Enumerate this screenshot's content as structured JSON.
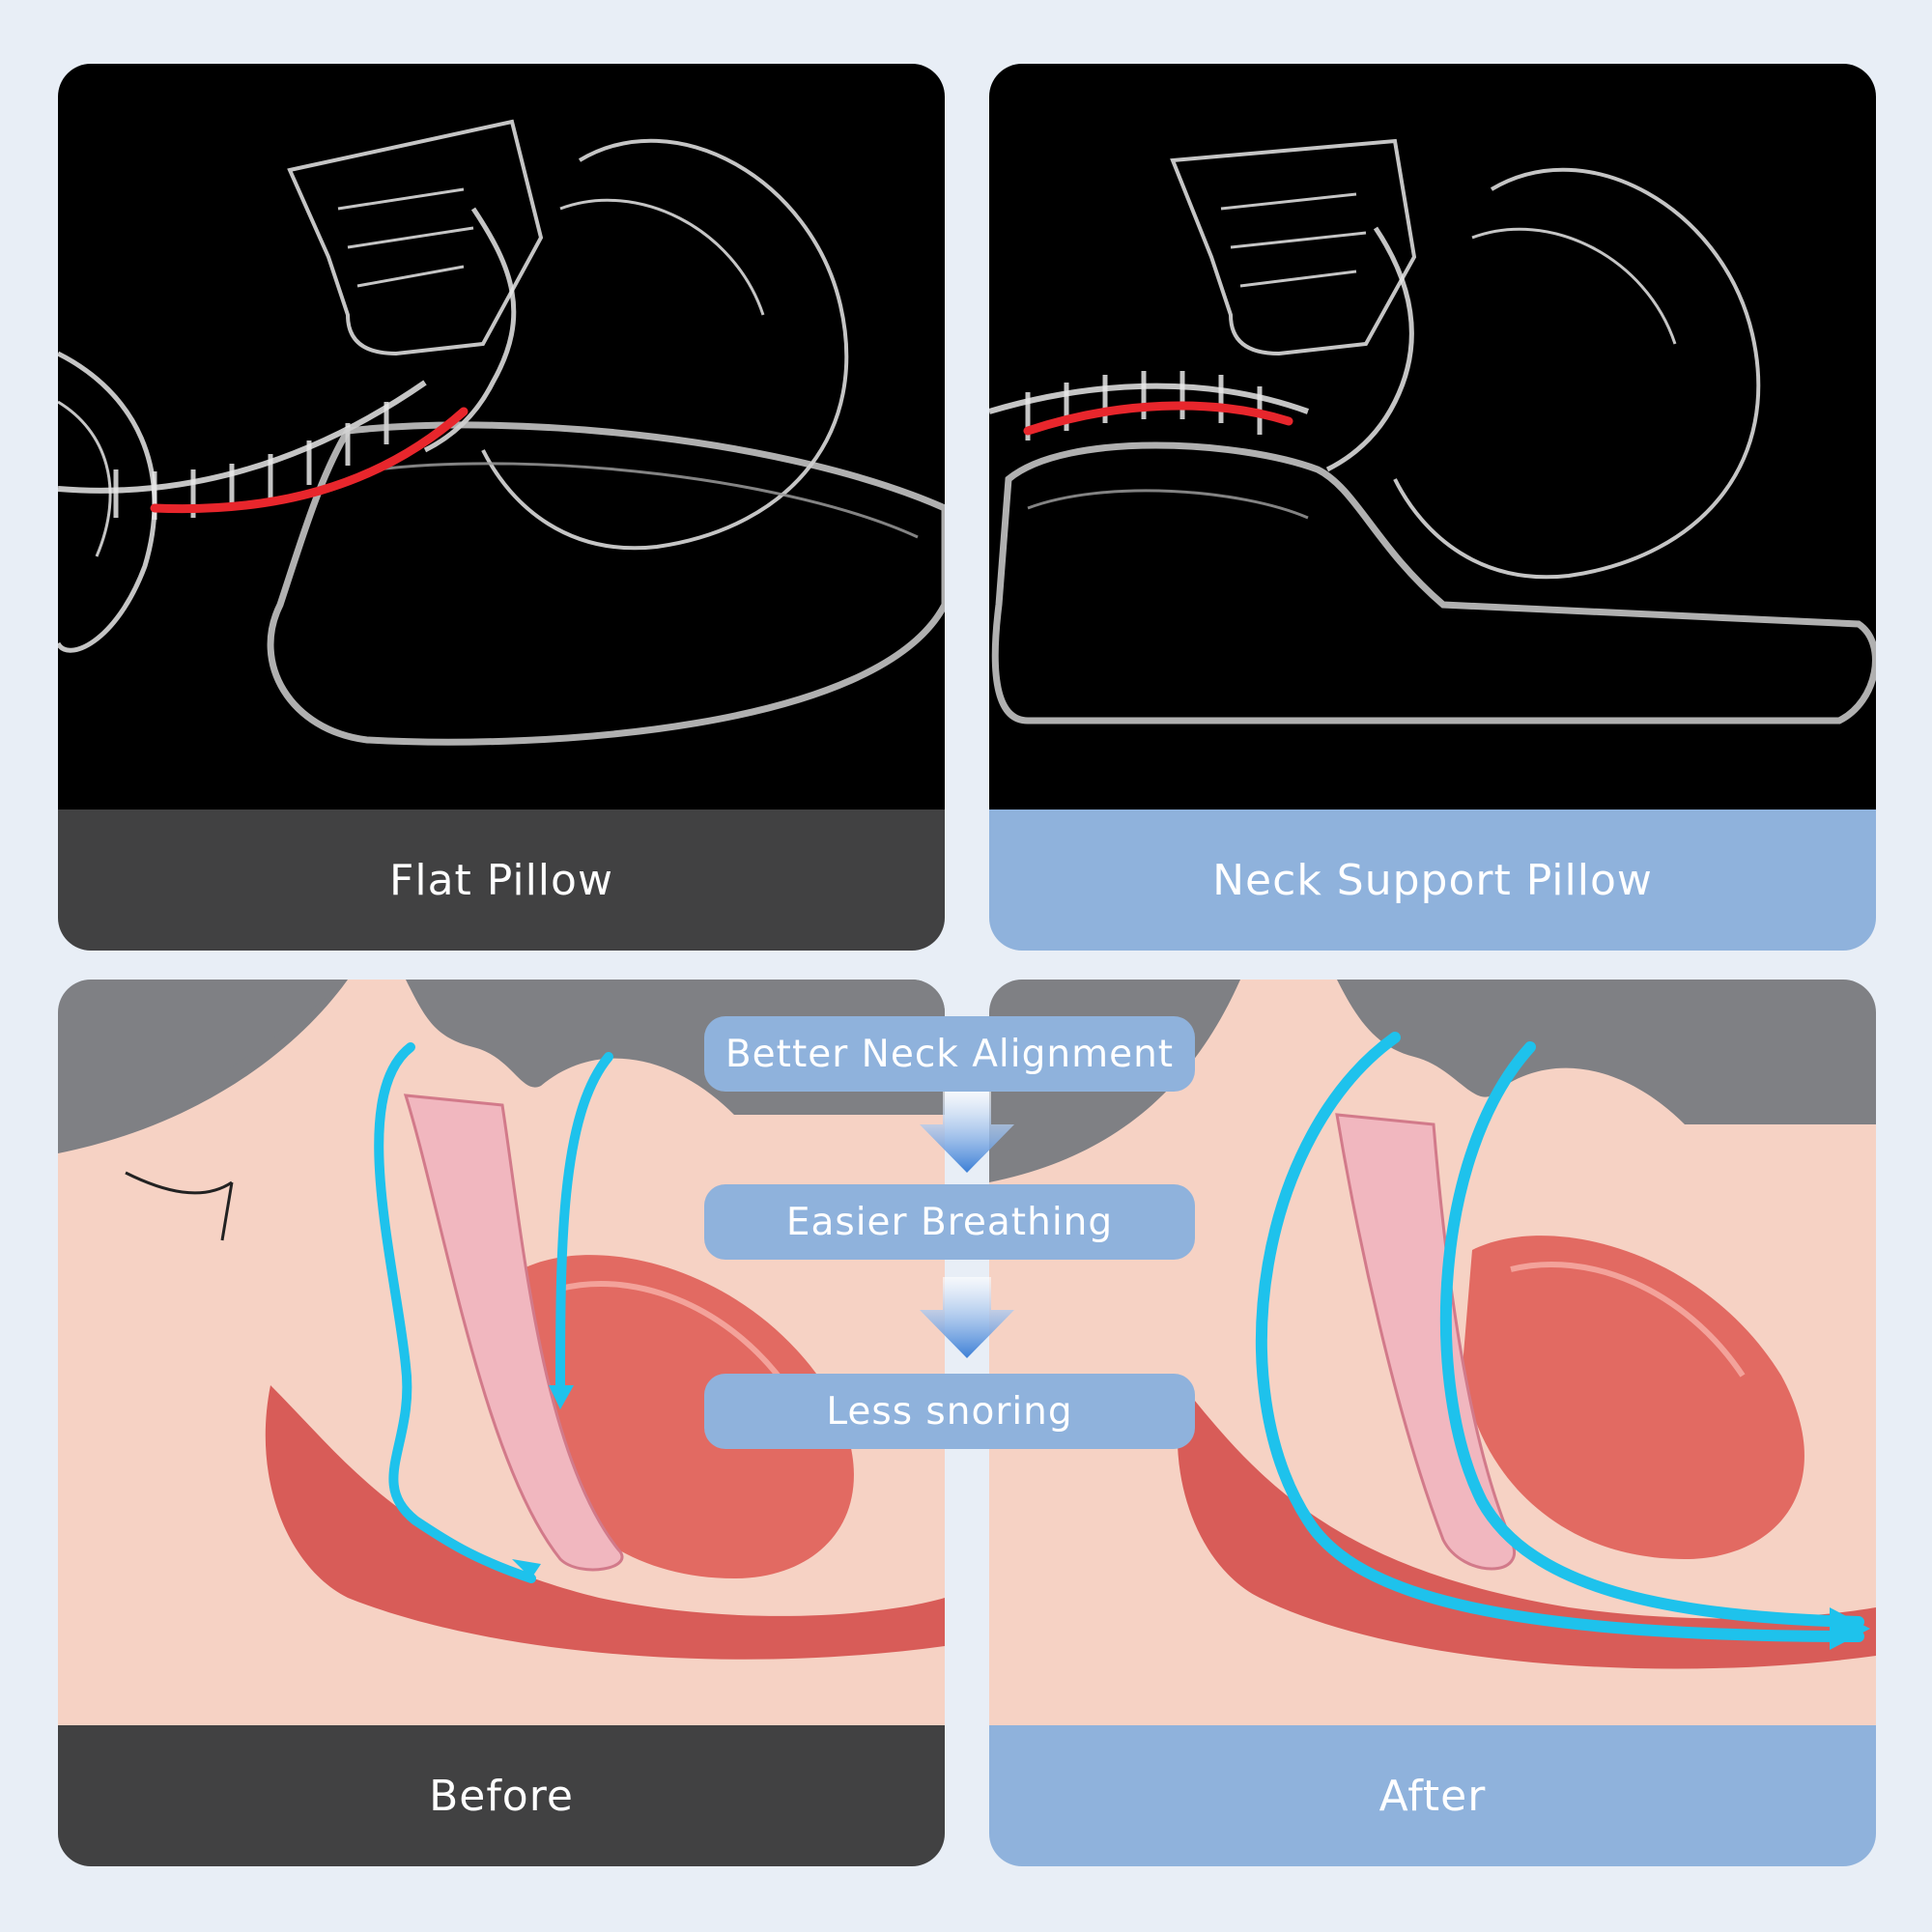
{
  "panels": {
    "flat": {
      "caption": "Flat Pillow"
    },
    "neck": {
      "caption": "Neck Support Pillow"
    },
    "before": {
      "caption": "Before"
    },
    "after": {
      "caption": "After"
    }
  },
  "steps": [
    "Better Neck Alignment",
    "Easier Breathing",
    "Less snoring"
  ],
  "colors": {
    "page_bg": "#e8eef6",
    "caption_dark": "#414142",
    "caption_blue": "#8fb2dc",
    "airflow": "#1ec2ec",
    "spine_highlight": "#e8262c",
    "skin": "#f6d2c4"
  }
}
